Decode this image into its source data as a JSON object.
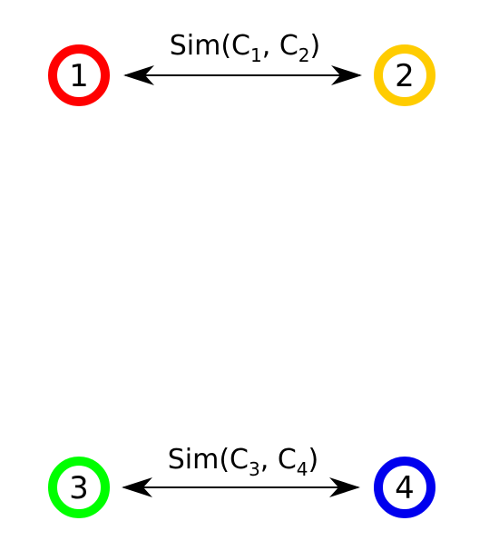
{
  "nodes": [
    {
      "id": "1",
      "label": "1",
      "color": "#ff0000"
    },
    {
      "id": "2",
      "label": "2",
      "color": "#ffcc00"
    },
    {
      "id": "3",
      "label": "3",
      "color": "#00ff00"
    },
    {
      "id": "4",
      "label": "4",
      "color": "#0000ee"
    }
  ],
  "edges": [
    {
      "from": "1",
      "to": "2",
      "label_prefix": "Sim(C",
      "sub_a": "1",
      "label_mid": ", C",
      "sub_b": "2",
      "label_suffix": ")"
    },
    {
      "from": "3",
      "to": "4",
      "label_prefix": "Sim(C",
      "sub_a": "3",
      "label_mid": ", C",
      "sub_b": "4",
      "label_suffix": ")"
    }
  ],
  "colors": {
    "arrow": "#000000",
    "background": "#ffffff"
  }
}
